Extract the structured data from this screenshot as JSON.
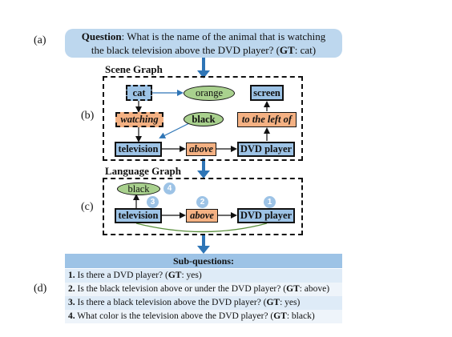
{
  "panel_labels": {
    "a": "(a)",
    "b": "(b)",
    "c": "(c)",
    "d": "(d)"
  },
  "question": {
    "label": "Question",
    "line1_text": ": What is the name of the animal that is watching",
    "line2_text": "the black television above the DVD player? (",
    "gt_label": "GT",
    "gt_value": ": cat)"
  },
  "scene_graph": {
    "title": "Scene Graph",
    "nodes": {
      "cat": "cat",
      "orange": "orange",
      "screen": "screen",
      "watching": "watching",
      "black": "black",
      "to_the_left_of": "to the left of",
      "television": "television",
      "above": "above",
      "dvd_player": "DVD player"
    }
  },
  "language_graph": {
    "title": "Language Graph",
    "nodes": {
      "black": "black",
      "television": "television",
      "above": "above",
      "dvd_player": "DVD player"
    },
    "step_numbers": {
      "s1": "1",
      "s2": "2",
      "s3": "3",
      "s4": "4"
    }
  },
  "sub_questions": {
    "header": "Sub-questions:",
    "items": [
      {
        "num": "1.",
        "text": " Is there a DVD player? (",
        "gt": "GT",
        "answer": ": yes)"
      },
      {
        "num": "2.",
        "text": " Is the black television above or under the DVD player? (",
        "gt": "GT",
        "answer": ": above)"
      },
      {
        "num": "3.",
        "text": " Is there a black television above the DVD player? (",
        "gt": "GT",
        "answer": ": yes)"
      },
      {
        "num": "4.",
        "text": " What color is the television above the DVD player? (",
        "gt": "GT",
        "answer": ": black)"
      }
    ]
  },
  "colors": {
    "object": "#9dc3e6",
    "relation": "#f4b183",
    "attribute": "#a9d18e",
    "question_bg": "#bdd7ee",
    "flow_arrow": "#2e75b6",
    "sq_header": "#9dc3e6",
    "sq_row_alt": "#deebf7"
  }
}
